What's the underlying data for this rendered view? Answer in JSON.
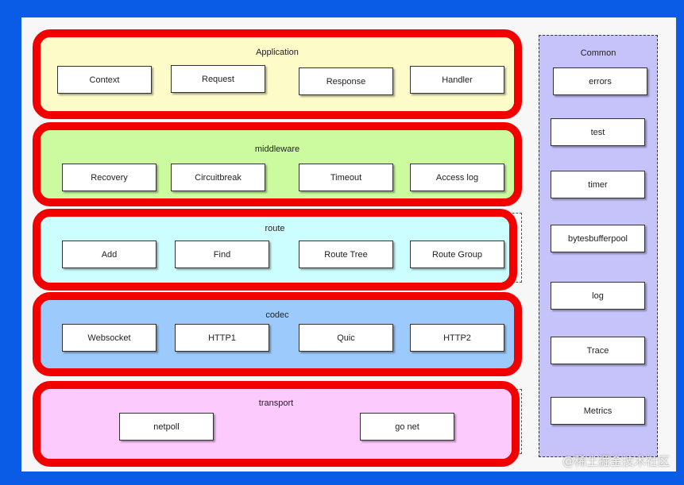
{
  "colors": {
    "frame": "#0a5be6",
    "layer_border": "#f20000",
    "application_bg": "#fdfbc8",
    "middleware_bg": "#ccfa9e",
    "route_bg": "#ccfdff",
    "codec_bg": "#9ccafd",
    "transport_bg": "#fdcafd",
    "common_bg": "#c6c3fb"
  },
  "layers": {
    "application": {
      "title": "Application",
      "items": [
        "Context",
        "Request",
        "Response",
        "Handler"
      ]
    },
    "middleware": {
      "title": "middleware",
      "items": [
        "Recovery",
        "Circuitbreak",
        "Timeout",
        "Access log"
      ]
    },
    "route": {
      "title": "route",
      "items": [
        "Add",
        "Find",
        "Route Tree",
        "Route Group"
      ]
    },
    "codec": {
      "title": "codec",
      "items": [
        "Websocket",
        "HTTP1",
        "Quic",
        "HTTP2"
      ]
    },
    "transport": {
      "title": "transport",
      "items": [
        "netpoll",
        "go net"
      ]
    }
  },
  "common": {
    "title": "Common",
    "items": [
      "errors",
      "test",
      "timer",
      "bytesbufferpool",
      "log",
      "Trace",
      "Metrics"
    ]
  },
  "watermark": "@稀土掘金技术社区"
}
